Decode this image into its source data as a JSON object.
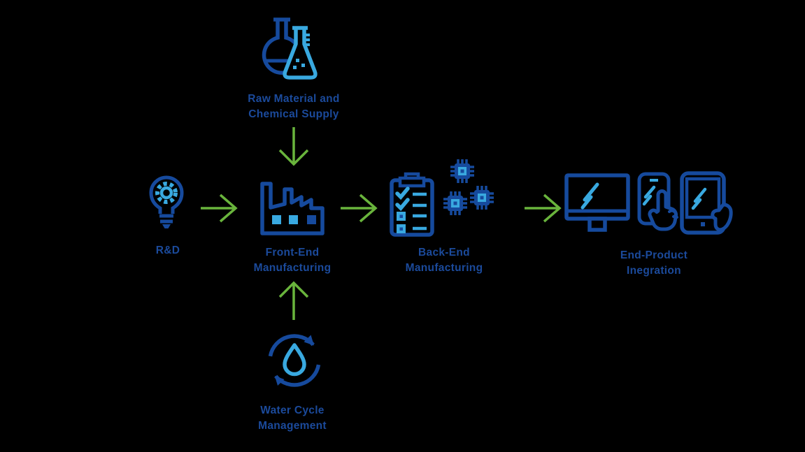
{
  "diagram": {
    "background": "#000000",
    "colors": {
      "dark_blue": "#164a9d",
      "light_blue": "#39a9e0",
      "green": "#69b43c",
      "label_text": "#1b4a9b",
      "background": "#000000"
    },
    "nodes": {
      "raw_material": {
        "line1": "Raw Material and",
        "line2": "Chemical Supply",
        "icon": "flasks-icon"
      },
      "rnd": {
        "line1": "R&D",
        "icon": "lightbulb-gear-icon"
      },
      "front_end": {
        "line1": "Front-End",
        "line2": "Manufacturing",
        "icon": "factory-icon"
      },
      "back_end": {
        "line1": "Back-End",
        "line2": "Manufacturing",
        "icon": "clipboard-checklist-icon + microchips-icon"
      },
      "end_product": {
        "line1": "End-Product",
        "line2": "Inegration",
        "icon": "monitor-icon + smartphone-touch-icon + tablet-hand-icon"
      },
      "water_cycle": {
        "line1": "Water Cycle",
        "line2": "Management",
        "icon": "water-drop-cycle-icon"
      }
    },
    "arrows": [
      {
        "from": "raw_material",
        "to": "front_end",
        "direction": "down",
        "color": "#69b43c"
      },
      {
        "from": "rnd",
        "to": "front_end",
        "direction": "right",
        "color": "#69b43c"
      },
      {
        "from": "front_end",
        "to": "back_end",
        "direction": "right",
        "color": "#69b43c"
      },
      {
        "from": "back_end",
        "to": "end_product",
        "direction": "right",
        "color": "#69b43c"
      },
      {
        "from": "water_cycle",
        "to": "front_end",
        "direction": "up",
        "color": "#69b43c"
      }
    ]
  }
}
